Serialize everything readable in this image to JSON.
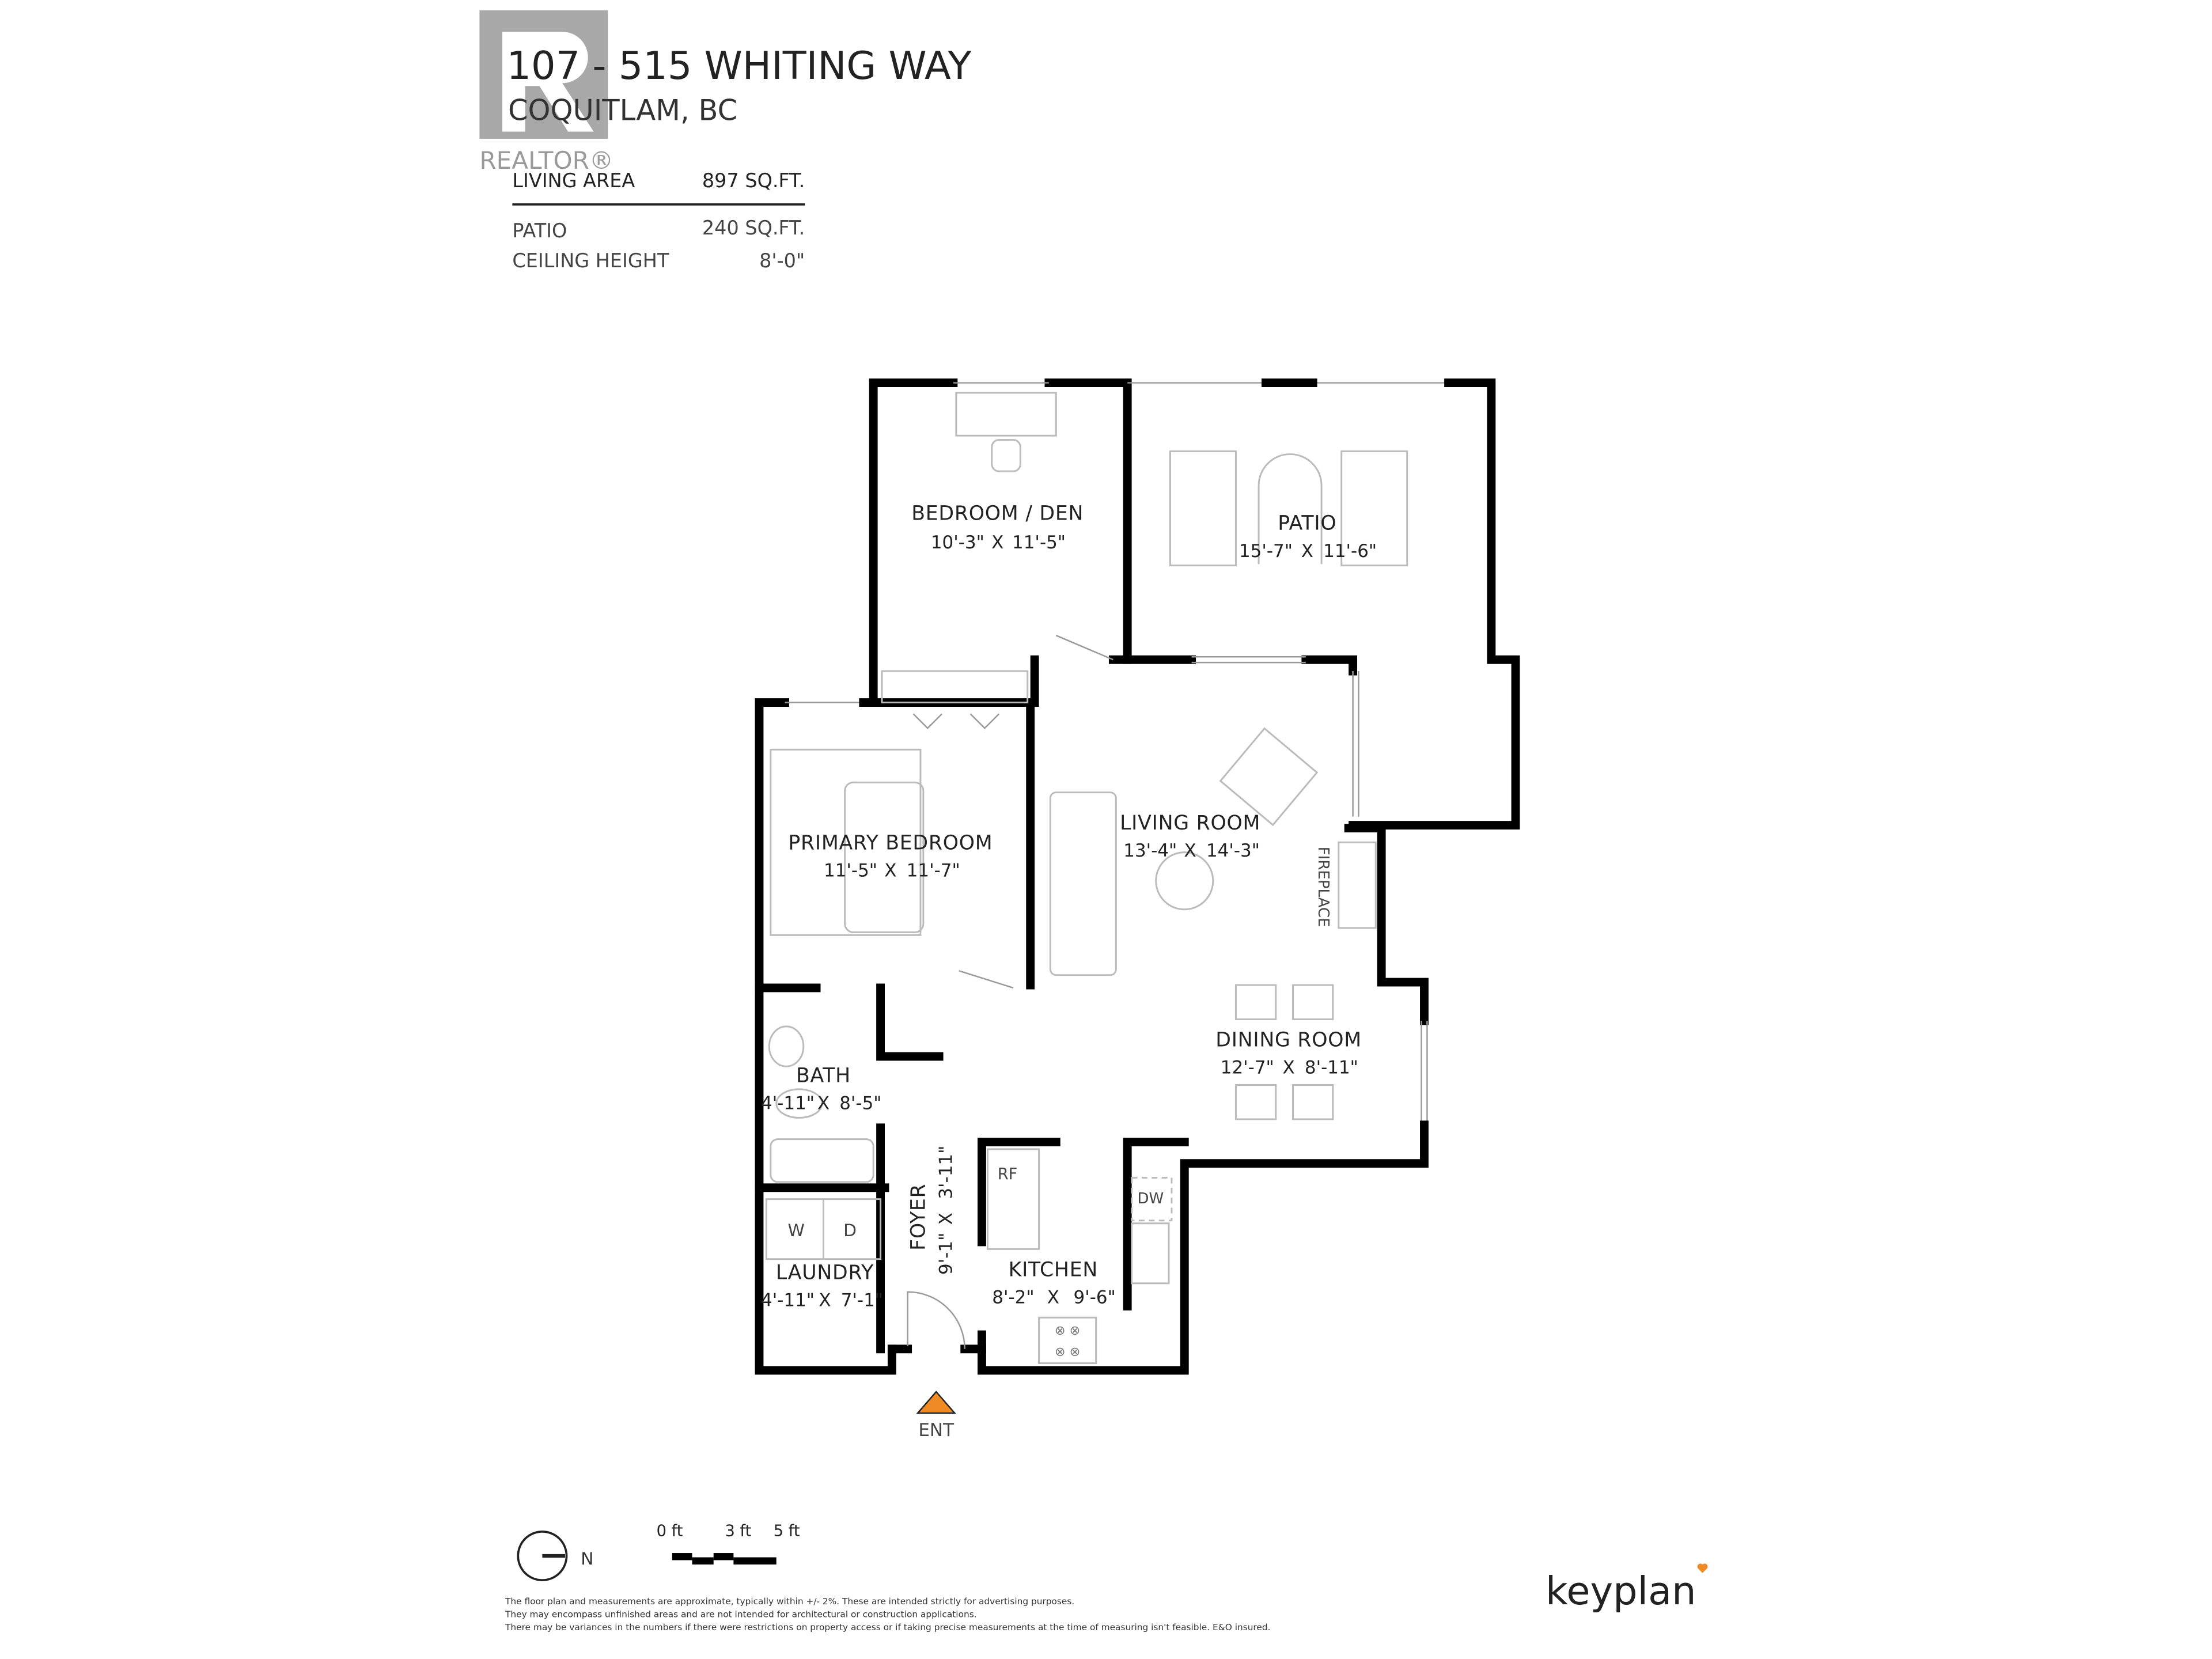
{
  "header": {
    "title": "107 - 515 WHITING WAY",
    "subtitle": "COQUITLAM, BC",
    "logo_text": "REALTOR®"
  },
  "stats": [
    {
      "label": "LIVING AREA",
      "value": "897 SQ.FT."
    },
    {
      "label": "PATIO",
      "value": "240 SQ.FT."
    },
    {
      "label": "CEILING HEIGHT",
      "value": "8'-0\""
    }
  ],
  "rooms": {
    "bedroom_den": {
      "name": "BEDROOM / DEN",
      "w": "10'-3\"",
      "h": "11'-5\""
    },
    "patio": {
      "name": "PATIO",
      "w": "15'-7\"",
      "h": "11'-6\""
    },
    "living": {
      "name": "LIVING ROOM",
      "w": "13'-4\"",
      "h": "14'-3\""
    },
    "primary": {
      "name": "PRIMARY BEDROOM",
      "w": "11'-5\"",
      "h": "11'-7\""
    },
    "dining": {
      "name": "DINING ROOM",
      "w": "12'-7\"",
      "h": "8'-11\""
    },
    "bath": {
      "name": "BATH",
      "w": "4'-11\"",
      "h": "8'-5\""
    },
    "laundry": {
      "name": "LAUNDRY",
      "w": "4'-11\"",
      "h": "7'-1\""
    },
    "foyer": {
      "name": "FOYER",
      "w": "9'-1\"",
      "h": "3'-11\""
    },
    "kitchen": {
      "name": "KITCHEN",
      "w": "8'-2\"",
      "h": "9'-6\""
    }
  },
  "fixtures": {
    "fireplace": "FIREPLACE",
    "fridge": "RF",
    "dishwasher": "DW",
    "washer": "W",
    "dryer": "D"
  },
  "separator": "X",
  "entrance": {
    "label": "ENT",
    "color": "#f08a24"
  },
  "compass": {
    "label": "N"
  },
  "scale": {
    "ticks": [
      "0 ft",
      "3 ft",
      "5 ft"
    ]
  },
  "disclaimer": [
    "The floor plan and measurements are approximate, typically within +/- 2%. These are intended strictly for advertising purposes.",
    "They may encompass unfinished areas and are not intended for architectural or construction applications.",
    "There may be variances in the numbers if there were restrictions on property access or if taking precise measurements at the time of measuring isn't feasible. E&O insured."
  ],
  "brand": {
    "name": "keyplan",
    "accent": "#f08a24"
  }
}
